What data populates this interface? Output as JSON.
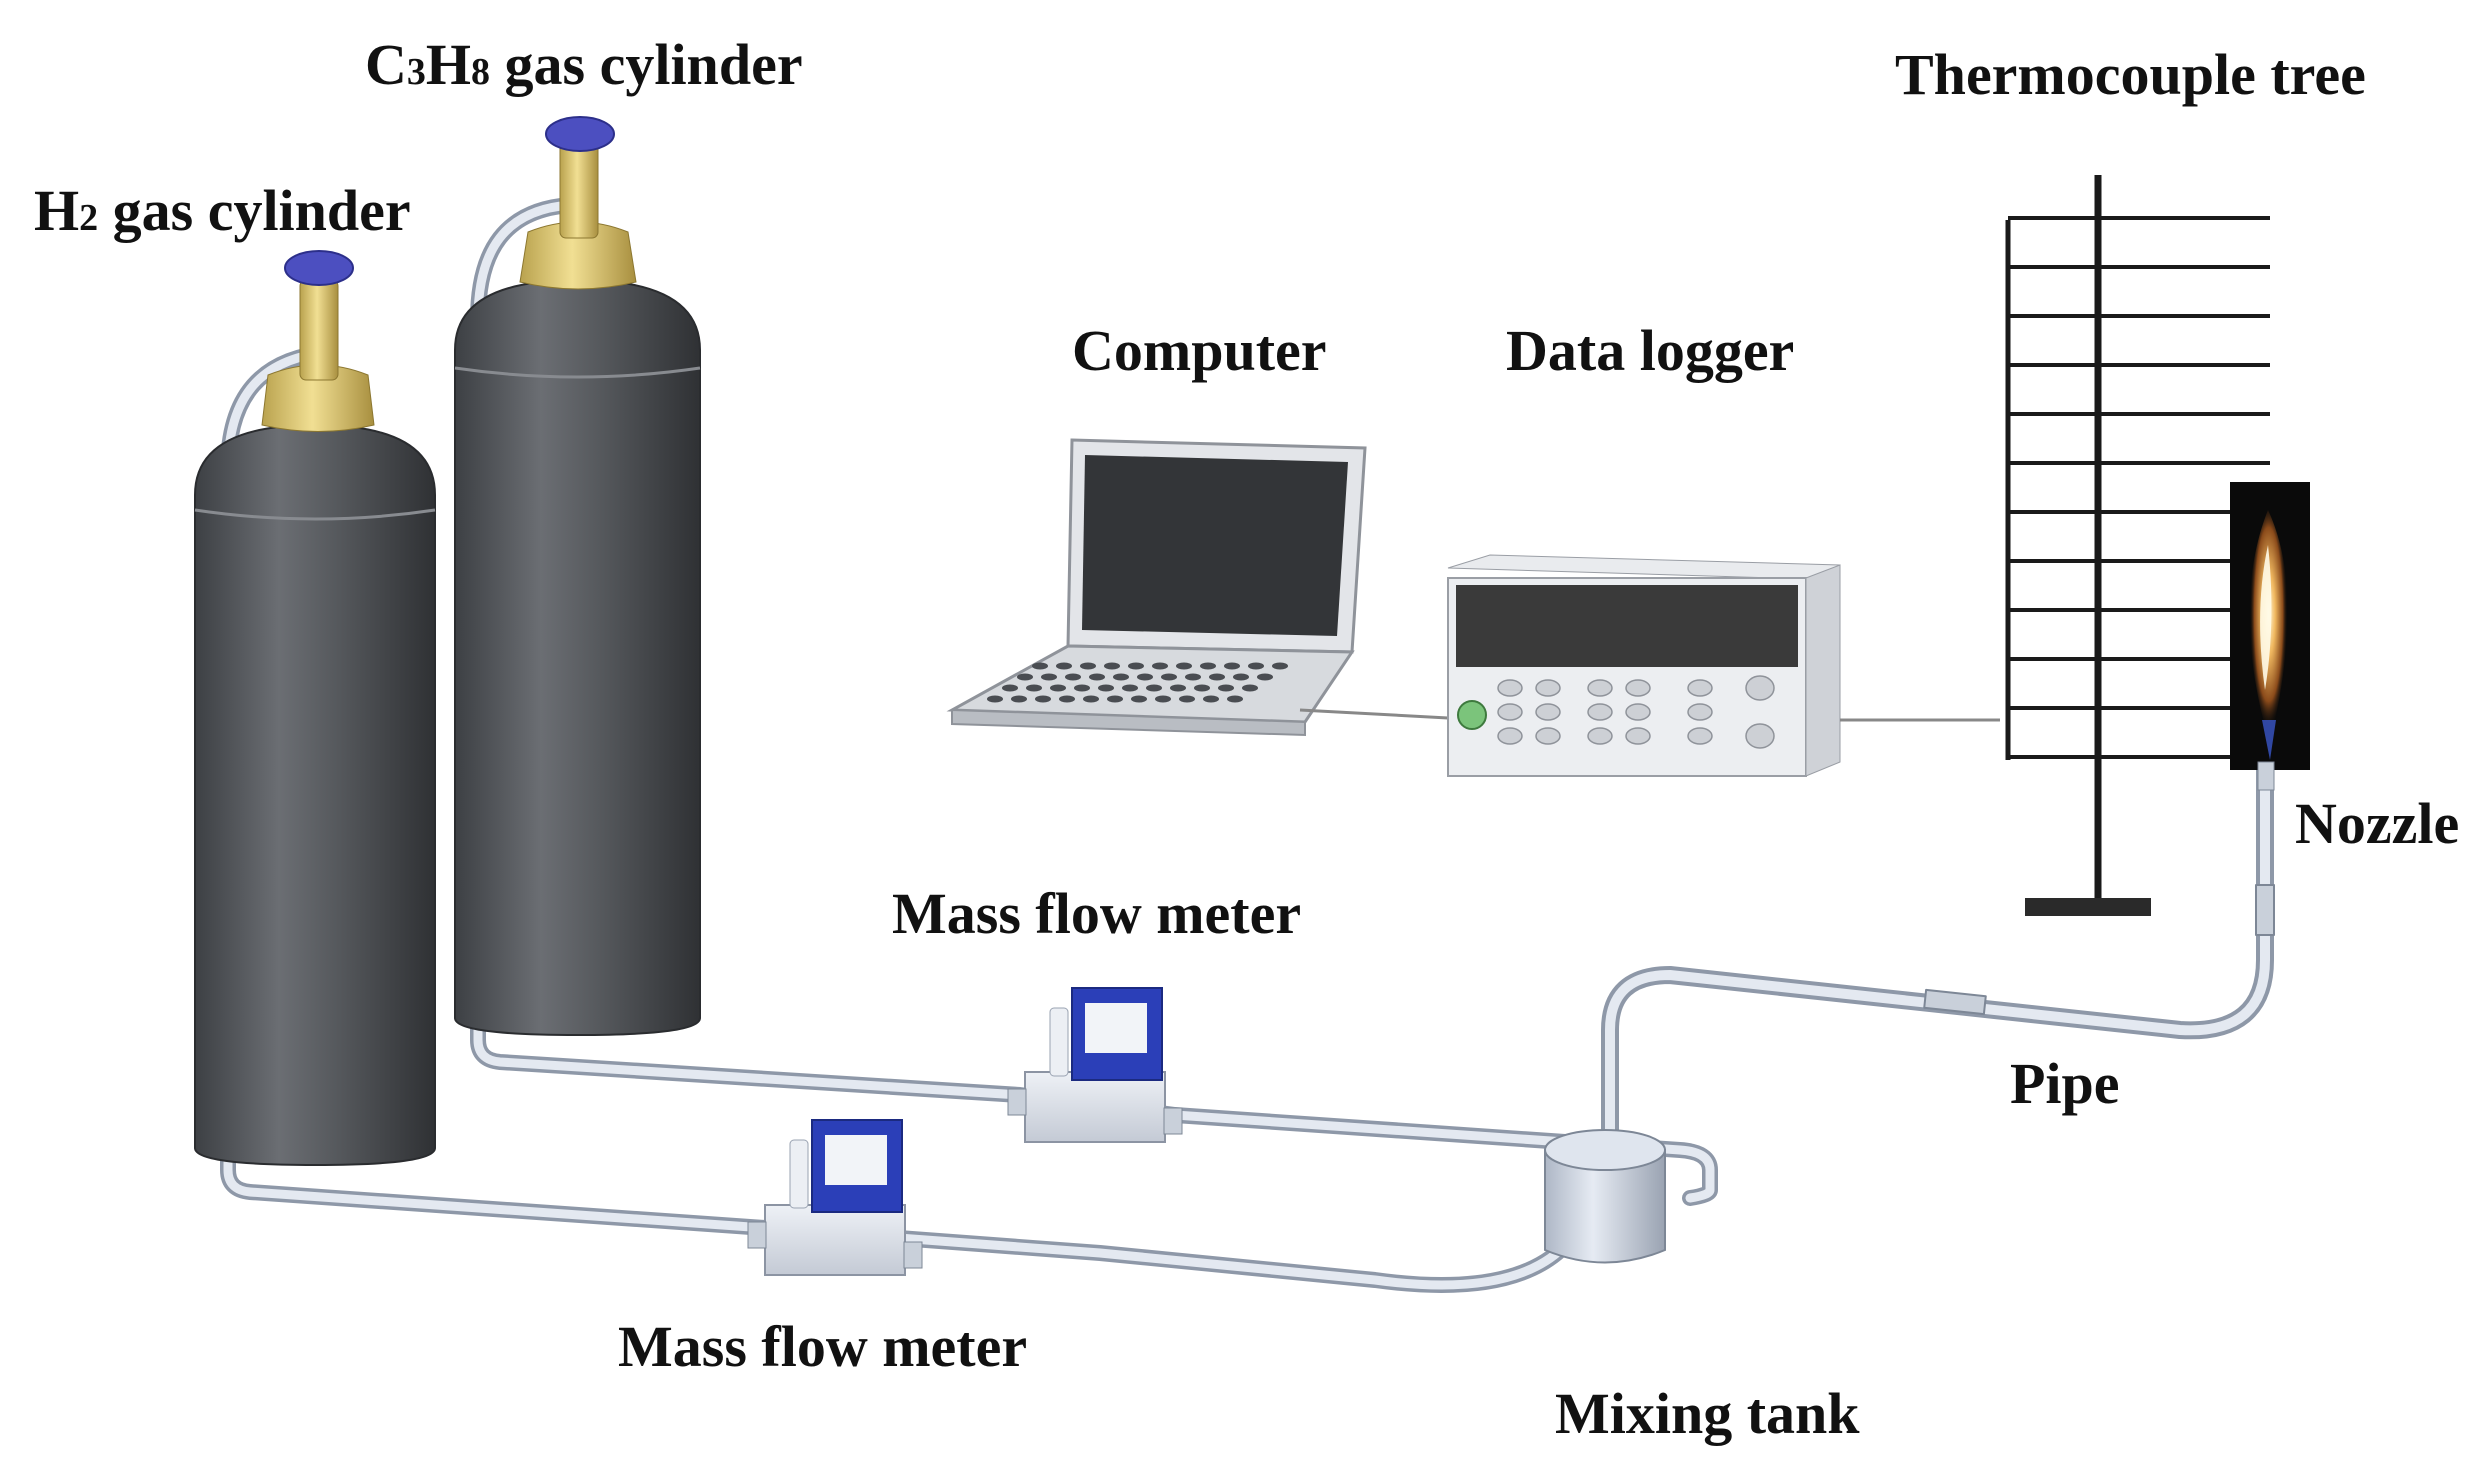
{
  "labels": {
    "c3h8_cylinder": {
      "formula_parts": [
        "C",
        "3",
        "H",
        "8"
      ],
      "rest": " gas cylinder"
    },
    "h2_cylinder": {
      "formula_parts": [
        "H",
        "2"
      ],
      "rest": " gas cylinder"
    },
    "computer": "Computer",
    "data_logger": "Data logger",
    "thermocouple_tree": "Thermocouple tree",
    "nozzle": "Nozzle",
    "mass_flow_meter_upper": "Mass flow meter",
    "mass_flow_meter_lower": "Mass flow meter",
    "pipe": "Pipe",
    "mixing_tank": "Mixing tank"
  },
  "colors": {
    "cylinder_body": "#55585c",
    "valve_brass": "#e6d07a",
    "valve_cap": "#4c4fc0",
    "pipe": "#cfd6e0",
    "meter_body": "#dfe3ea",
    "meter_display": "#2b3fb8",
    "logger_screen": "#3a3a3a",
    "tree_rods": "#1a1a1a",
    "flame_bg": "#0a0a0a"
  }
}
